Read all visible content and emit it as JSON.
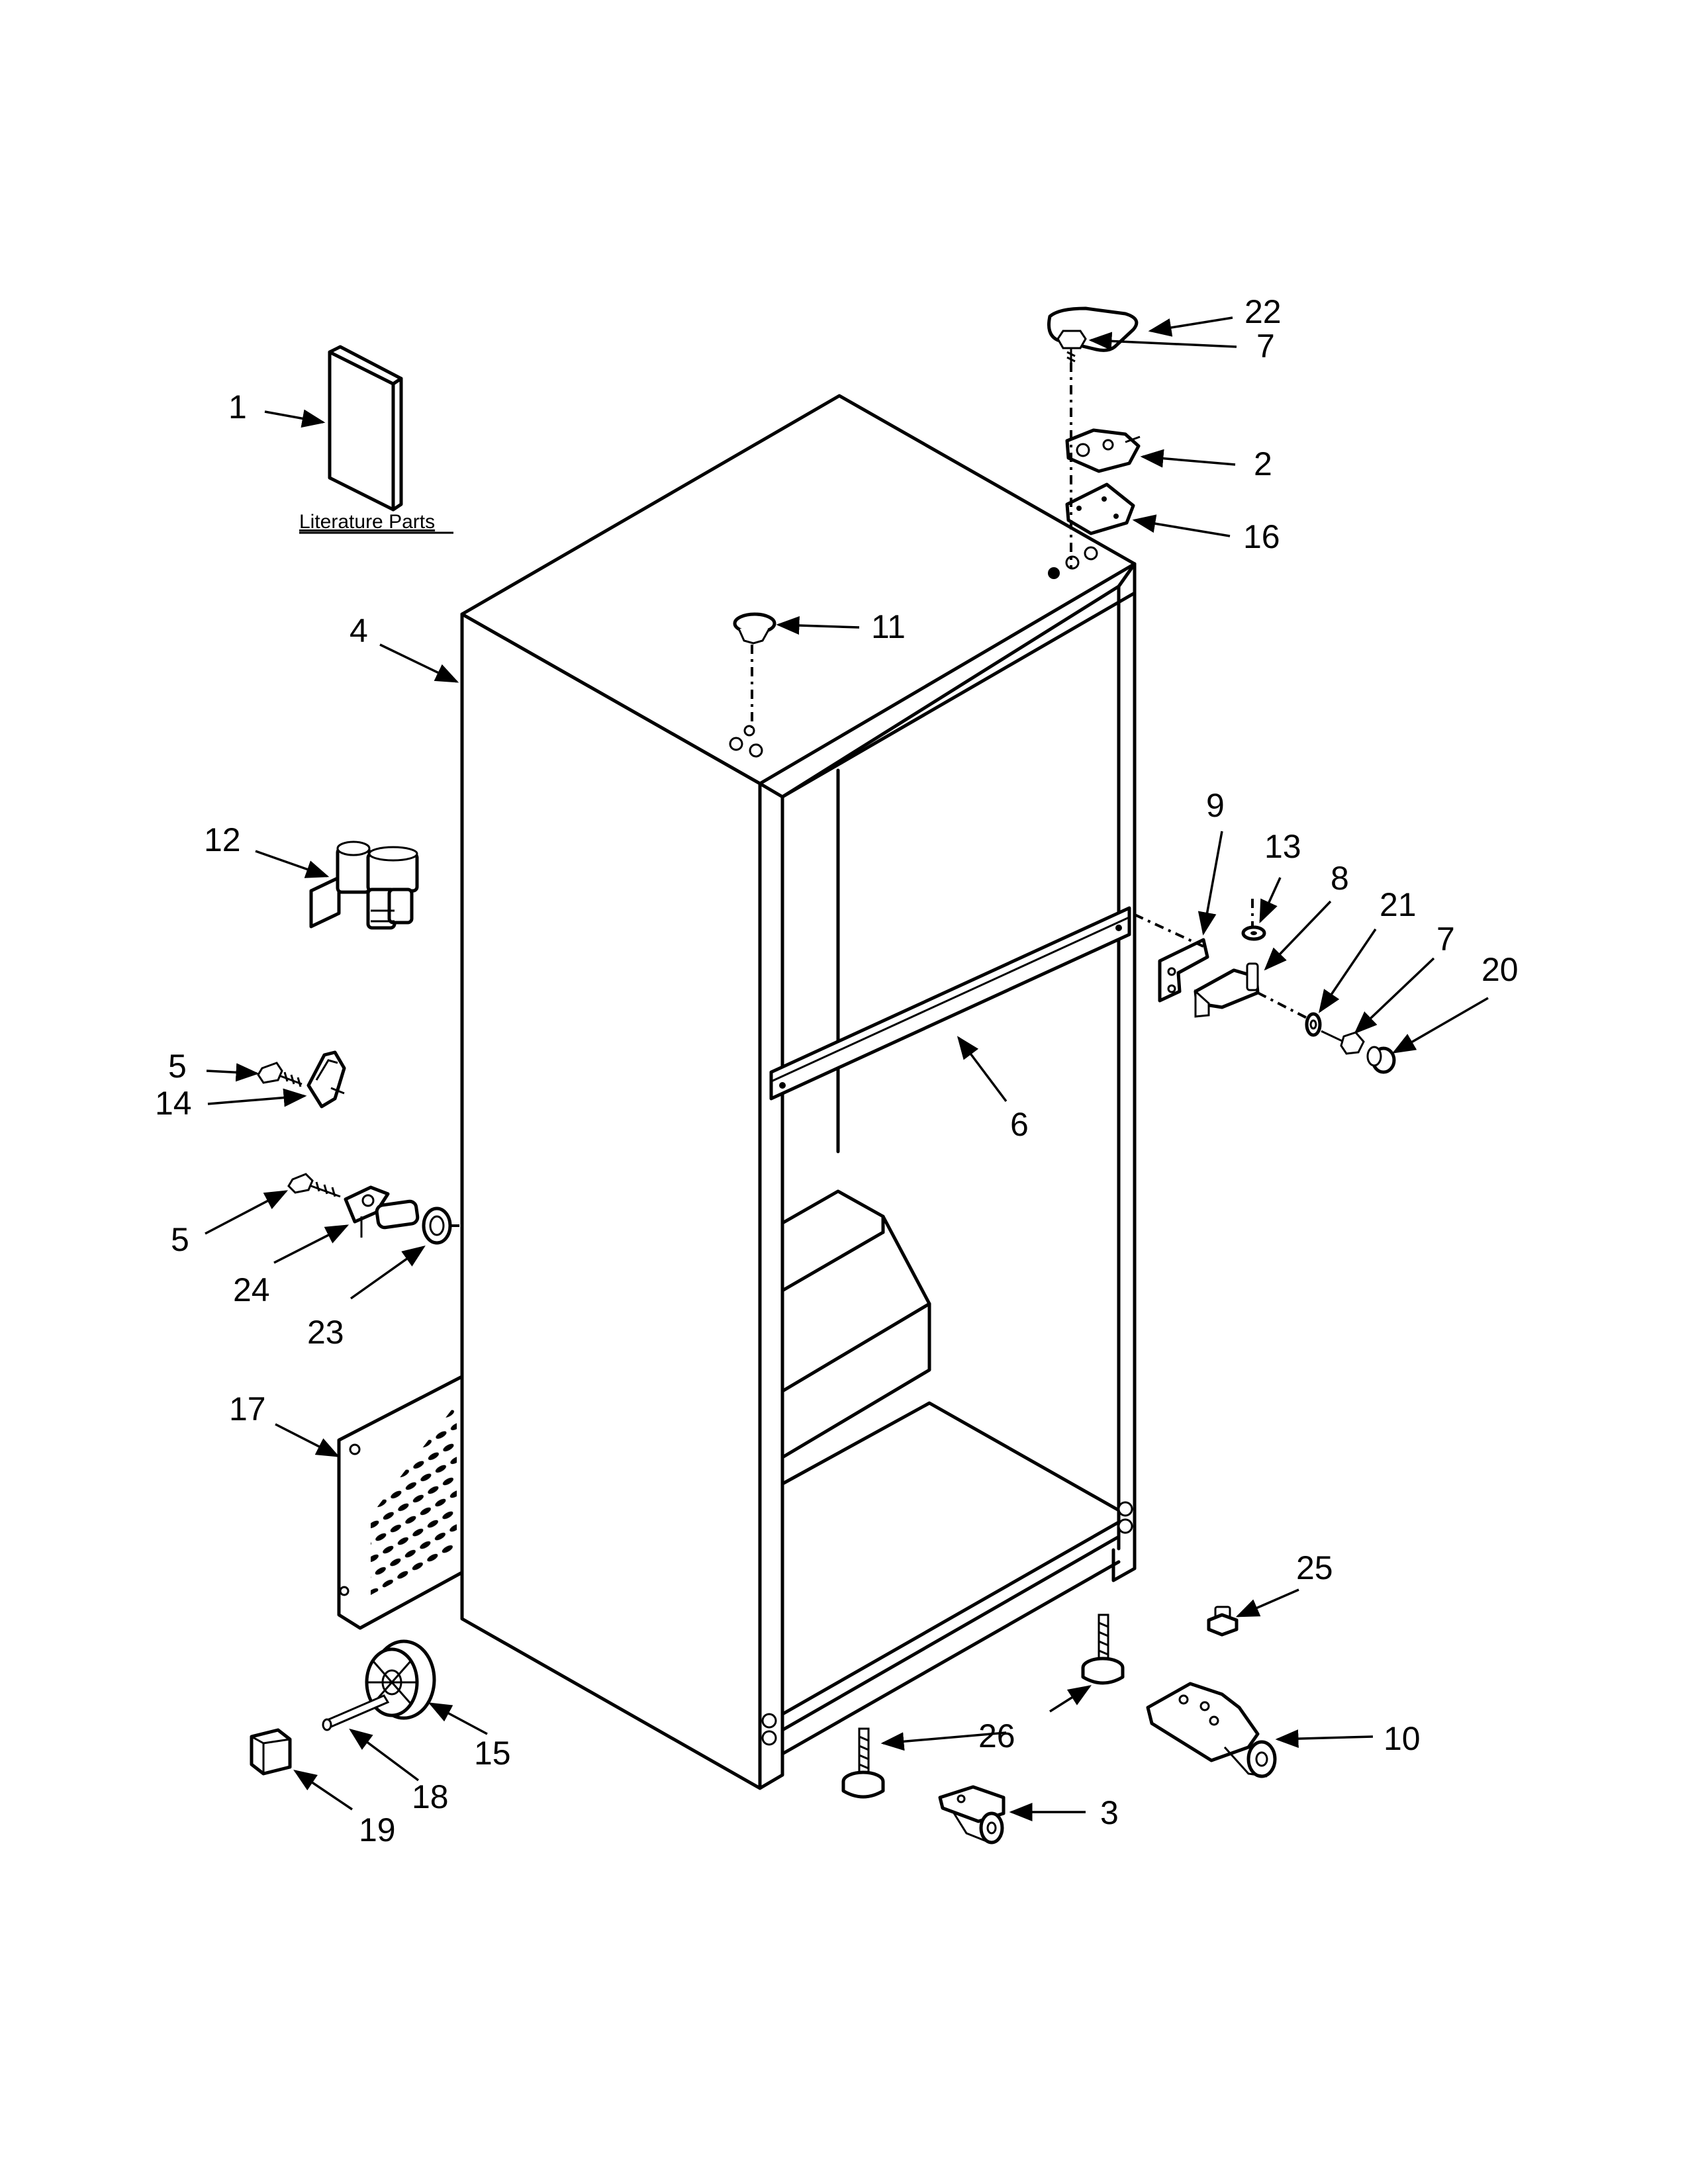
{
  "diagram": {
    "literature_caption": "Literature Parts",
    "callouts": [
      {
        "id": "c1",
        "label": "1"
      },
      {
        "id": "c2",
        "label": "2"
      },
      {
        "id": "c3",
        "label": "3"
      },
      {
        "id": "c4",
        "label": "4"
      },
      {
        "id": "c5a",
        "label": "5"
      },
      {
        "id": "c5b",
        "label": "5"
      },
      {
        "id": "c6",
        "label": "6"
      },
      {
        "id": "c7a",
        "label": "7"
      },
      {
        "id": "c7b",
        "label": "7"
      },
      {
        "id": "c8",
        "label": "8"
      },
      {
        "id": "c9",
        "label": "9"
      },
      {
        "id": "c10",
        "label": "10"
      },
      {
        "id": "c11",
        "label": "11"
      },
      {
        "id": "c12",
        "label": "12"
      },
      {
        "id": "c13",
        "label": "13"
      },
      {
        "id": "c14",
        "label": "14"
      },
      {
        "id": "c15",
        "label": "15"
      },
      {
        "id": "c16",
        "label": "16"
      },
      {
        "id": "c17",
        "label": "17"
      },
      {
        "id": "c18",
        "label": "18"
      },
      {
        "id": "c19",
        "label": "19"
      },
      {
        "id": "c20",
        "label": "20"
      },
      {
        "id": "c21",
        "label": "21"
      },
      {
        "id": "c22",
        "label": "22"
      },
      {
        "id": "c23",
        "label": "23"
      },
      {
        "id": "c24",
        "label": "24"
      },
      {
        "id": "c25",
        "label": "25"
      },
      {
        "id": "c26",
        "label": "26"
      }
    ]
  }
}
